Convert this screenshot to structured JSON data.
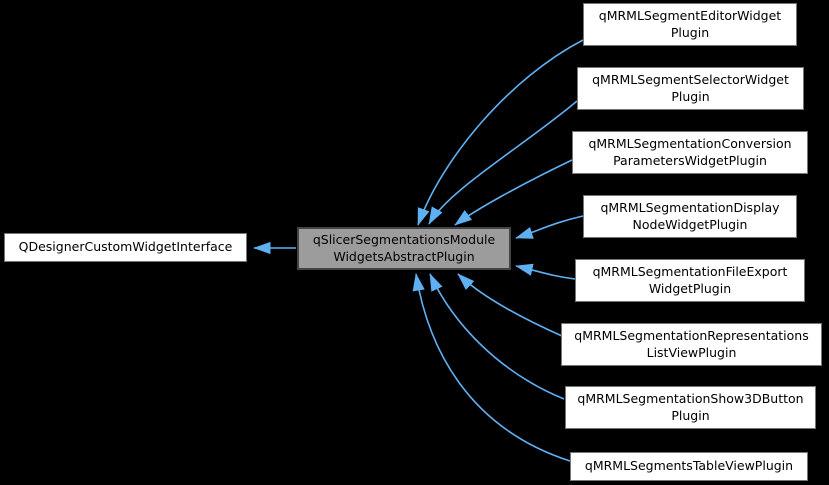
{
  "diagram": {
    "type": "class-inheritance-graph",
    "background_color": "#000000",
    "edge_color": "#5fb0f2",
    "node_fill": "#ffffff",
    "node_border": "#757575",
    "focus_node_fill": "#9c9c9c",
    "focus_node_border": "#444444",
    "base": {
      "label": "QDesignerCustomWidgetInterface"
    },
    "focus": {
      "label": "qSlicerSegmentationsModule\nWidgetsAbstractPlugin"
    },
    "derived": [
      {
        "label": "qMRMLSegmentEditorWidget\nPlugin"
      },
      {
        "label": "qMRMLSegmentSelectorWidget\nPlugin"
      },
      {
        "label": "qMRMLSegmentationConversion\nParametersWidgetPlugin"
      },
      {
        "label": "qMRMLSegmentationDisplay\nNodeWidgetPlugin"
      },
      {
        "label": "qMRMLSegmentationFileExport\nWidgetPlugin"
      },
      {
        "label": "qMRMLSegmentationRepresentations\nListViewPlugin"
      },
      {
        "label": "qMRMLSegmentationShow3DButton\nPlugin"
      },
      {
        "label": "qMRMLSegmentsTableViewPlugin"
      }
    ],
    "edges": [
      {
        "from": "qSlicerSegmentationsModuleWidgetsAbstractPlugin",
        "to": "QDesignerCustomWidgetInterface"
      },
      {
        "from": "qMRMLSegmentEditorWidgetPlugin",
        "to": "qSlicerSegmentationsModuleWidgetsAbstractPlugin"
      },
      {
        "from": "qMRMLSegmentSelectorWidgetPlugin",
        "to": "qSlicerSegmentationsModuleWidgetsAbstractPlugin"
      },
      {
        "from": "qMRMLSegmentationConversionParametersWidgetPlugin",
        "to": "qSlicerSegmentationsModuleWidgetsAbstractPlugin"
      },
      {
        "from": "qMRMLSegmentationDisplayNodeWidgetPlugin",
        "to": "qSlicerSegmentationsModuleWidgetsAbstractPlugin"
      },
      {
        "from": "qMRMLSegmentationFileExportWidgetPlugin",
        "to": "qSlicerSegmentationsModuleWidgetsAbstractPlugin"
      },
      {
        "from": "qMRMLSegmentationRepresentationsListViewPlugin",
        "to": "qSlicerSegmentationsModuleWidgetsAbstractPlugin"
      },
      {
        "from": "qMRMLSegmentationShow3DButtonPlugin",
        "to": "qSlicerSegmentationsModuleWidgetsAbstractPlugin"
      },
      {
        "from": "qMRMLSegmentsTableViewPlugin",
        "to": "qSlicerSegmentationsModuleWidgetsAbstractPlugin"
      }
    ]
  }
}
